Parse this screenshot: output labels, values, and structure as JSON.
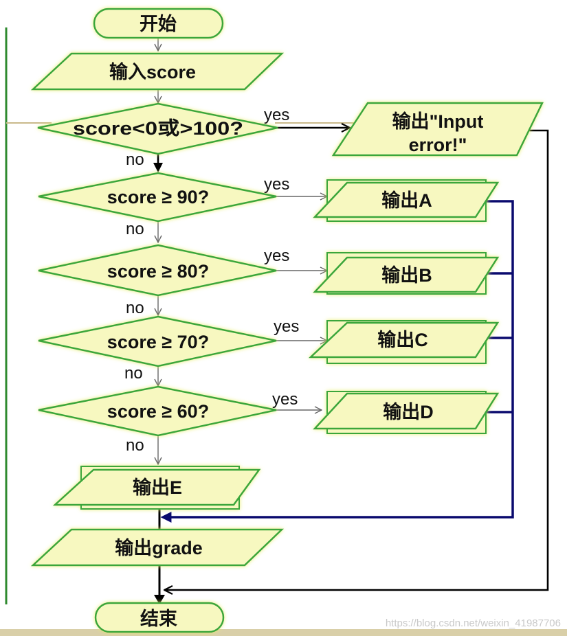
{
  "diagram": {
    "nodes": {
      "start": "开始",
      "input_score": "输入score",
      "check_range": "score<0或>100?",
      "output_error_line1": "输出\"Input",
      "output_error_line2": "error!\"",
      "check_90": "score ≥ 90?",
      "output_a": "输出A",
      "check_80": "score ≥ 80?",
      "output_b": "输出B",
      "check_70": "score ≥ 70?",
      "output_c": "输出C",
      "check_60": "score ≥ 60?",
      "output_d": "输出D",
      "output_e": "输出E",
      "output_grade": "输出grade",
      "end": "结束"
    },
    "edge_labels": {
      "yes_range": "yes",
      "no_range": "no",
      "yes_90": "yes",
      "no_90": "no",
      "yes_80": "yes",
      "no_80": "no",
      "yes_70": "yes",
      "no_70": "no",
      "yes_60": "yes",
      "no_60": "no"
    },
    "colors": {
      "node_fill": "#f7f8c0",
      "node_stroke": "#3aa63a",
      "arrow_gray": "#666666",
      "arrow_black": "#000000",
      "merge_navy": "#0a0a6e",
      "frame_green": "#2f8a2f",
      "ground_gold": "#c9b98a"
    }
  },
  "watermark": "https://blog.csdn.net/weixin_41987706"
}
